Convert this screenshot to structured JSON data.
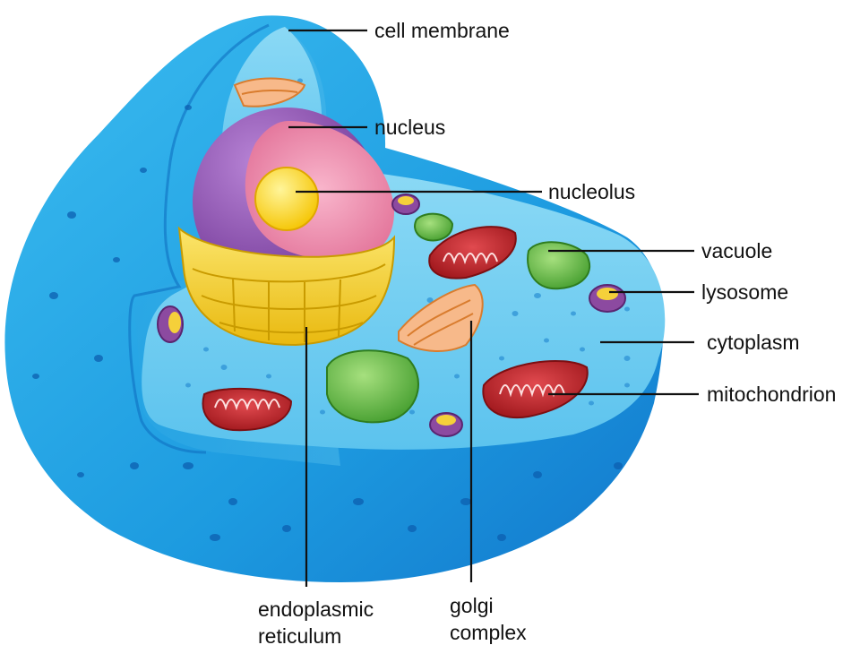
{
  "labels": {
    "cell_membrane": "cell membrane",
    "nucleus": "nucleus",
    "nucleolus": "nucleolus",
    "vacuole": "vacuole",
    "lysosome": "lysosome",
    "cytoplasm": "cytoplasm",
    "mitochondrion": "mitochondrion",
    "endoplasmic_reticulum": [
      "endoplasmic",
      "reticulum"
    ],
    "golgi_complex": [
      "golgi",
      "complex"
    ]
  },
  "colors": {
    "membrane_blue": "#29a8e6",
    "membrane_dark": "#1477c9",
    "cytoplasm_light": "#7fd3f2",
    "nucleus_purple": "#8f4fb3",
    "nucleus_pink": "#f08fb0",
    "nucleolus_yellow": "#ffe01a",
    "er_yellow": "#f7d335",
    "mitochondrion_red": "#c8262e",
    "vacuole_green": "#59b93a",
    "golgi_orange": "#f2a35a",
    "lysosome_purple": "#8c4aa0"
  }
}
